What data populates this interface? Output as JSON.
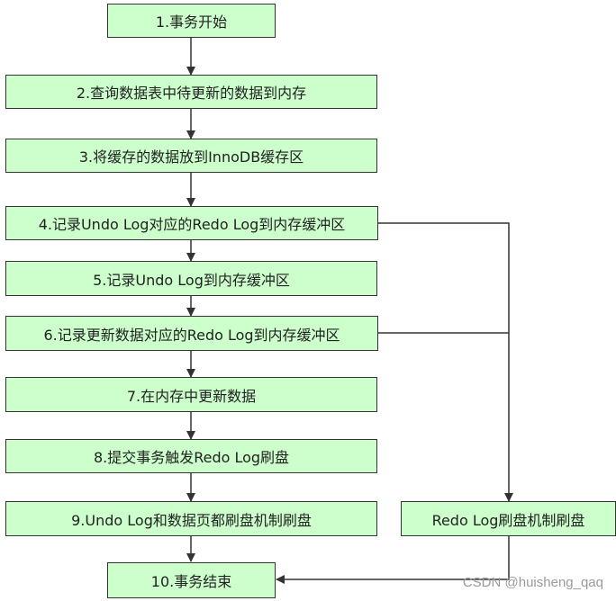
{
  "steps": {
    "s1": "1.事务开始",
    "s2": "2.查询数据表中待更新的数据到内存",
    "s3": "3.将缓存的数据放到InnoDB缓存区",
    "s4": "4.记录Undo Log对应的Redo Log到内存缓冲区",
    "s5": "5.记录Undo Log到内存缓冲区",
    "s6": "6.记录更新数据对应的Redo Log到内存缓冲区",
    "s7": "7.在内存中更新数据",
    "s8": "8.提交事务触发Redo Log刷盘",
    "s9": "9.Undo Log和数据页都刷盘机制刷盘",
    "s10": "10.事务结束",
    "redo_flush": "Redo Log刷盘机制刷盘"
  },
  "watermark": "CSDN @huisheng_qaq",
  "colors": {
    "box_fill": "#ccffcc",
    "box_border": "#333333",
    "line": "#333333"
  }
}
